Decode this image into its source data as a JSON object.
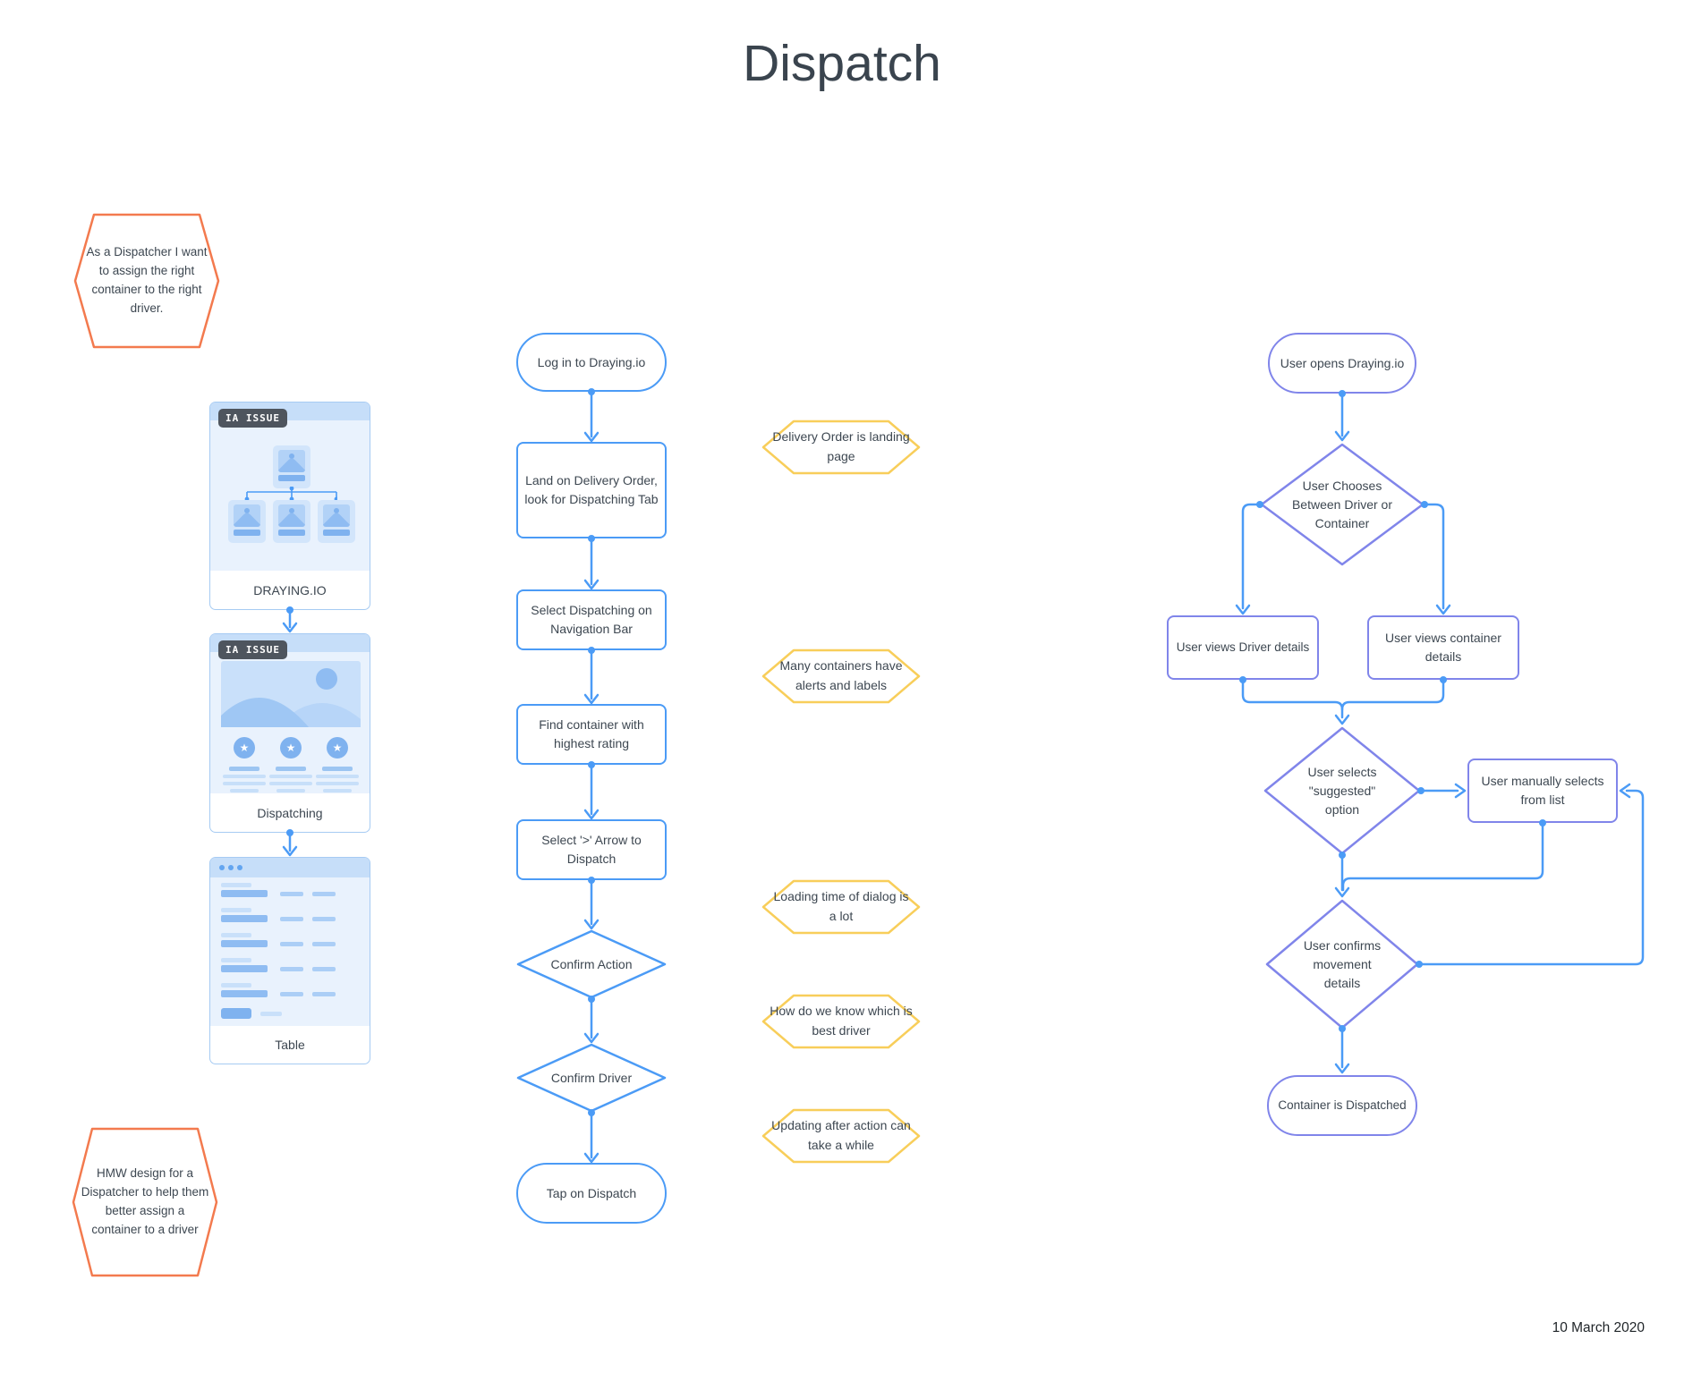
{
  "page": {
    "title": "Dispatch",
    "date": "10 March 2020"
  },
  "sticky_notes": {
    "user_story": "As a Dispatcher I want to assign the right container to the right driver.",
    "hmw": "HMW design for a Dispatcher to help them better assign a container to a driver"
  },
  "wireframes": {
    "issue_badge": "IA ISSUE",
    "cards": [
      {
        "label": "DRAYING.IO"
      },
      {
        "label": "Dispatching"
      },
      {
        "label": "Table"
      }
    ]
  },
  "main_flow": {
    "nodes": [
      {
        "shape": "terminator",
        "label": "Log in to Draying.io"
      },
      {
        "shape": "process",
        "label": "Land on Delivery Order, look for Dispatching Tab"
      },
      {
        "shape": "process",
        "label": "Select Dispatching on Navigation Bar"
      },
      {
        "shape": "process",
        "label": "Find container with highest rating"
      },
      {
        "shape": "process",
        "label": "Select '>' Arrow to Dispatch"
      },
      {
        "shape": "decision",
        "label": "Confirm Action"
      },
      {
        "shape": "decision",
        "label": "Confirm Driver"
      },
      {
        "shape": "terminator",
        "label": "Tap on Dispatch"
      }
    ]
  },
  "annotations": [
    {
      "label": "Delivery Order is landing page"
    },
    {
      "label": "Many containers have alerts and labels"
    },
    {
      "label": "Loading time of dialog is a lot"
    },
    {
      "label": "How do we know which is best driver"
    },
    {
      "label": "Updating after action can take a while"
    }
  ],
  "user_flow": {
    "nodes": [
      {
        "shape": "terminator",
        "label": "User opens Draying.io"
      },
      {
        "shape": "decision",
        "label": "User Chooses Between Driver or Container"
      },
      {
        "shape": "process",
        "label": "User views Driver details"
      },
      {
        "shape": "process",
        "label": "User views container details"
      },
      {
        "shape": "decision",
        "label": "User selects \"suggested\" option"
      },
      {
        "shape": "process",
        "label": "User manually selects from list"
      },
      {
        "shape": "decision",
        "label": "User confirms movement details"
      },
      {
        "shape": "terminator",
        "label": "Container is Dispatched"
      }
    ]
  },
  "colors": {
    "flow_blue": "#4B9BF6",
    "flow_purple": "#8085EA",
    "note_orange": "#F37A4E",
    "note_yellow": "#F8CE5A"
  }
}
